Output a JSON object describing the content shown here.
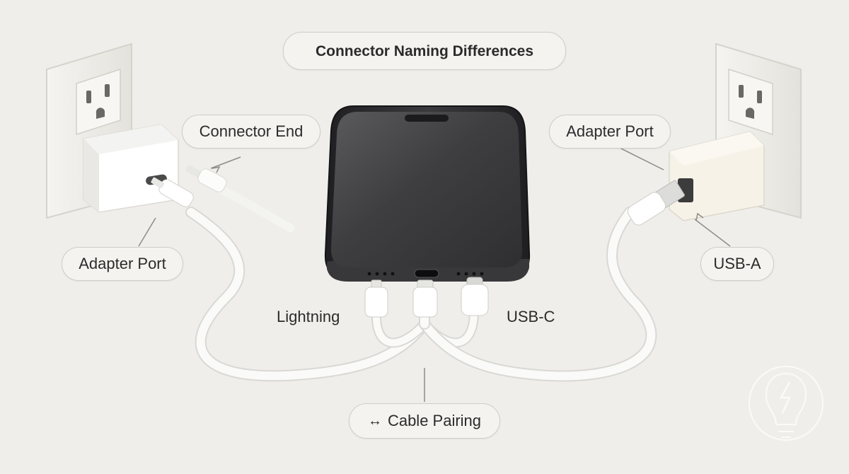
{
  "title": "Connector Naming Differences",
  "labels": {
    "connector_end": "Connector End",
    "adapter_port_left": "Adapter Port",
    "adapter_port_right": "Adapter Port",
    "usb_a": "USB-A",
    "lightning": "Lightning",
    "usb_c": "USB-C",
    "cable_pairing": "Cable Pairing",
    "cable_pairing_icon": "↔"
  },
  "icons": {
    "pairing": "double-arrow-icon",
    "watermark": "lightning-bolt-watermark-icon"
  },
  "colors": {
    "background": "#efeeea",
    "phone_body": "#2a2a2c",
    "cable": "#f7f7f5",
    "adapter_left": "#fbfbfb",
    "adapter_right": "#f3efe4",
    "wall_plate": "#f1efea"
  }
}
